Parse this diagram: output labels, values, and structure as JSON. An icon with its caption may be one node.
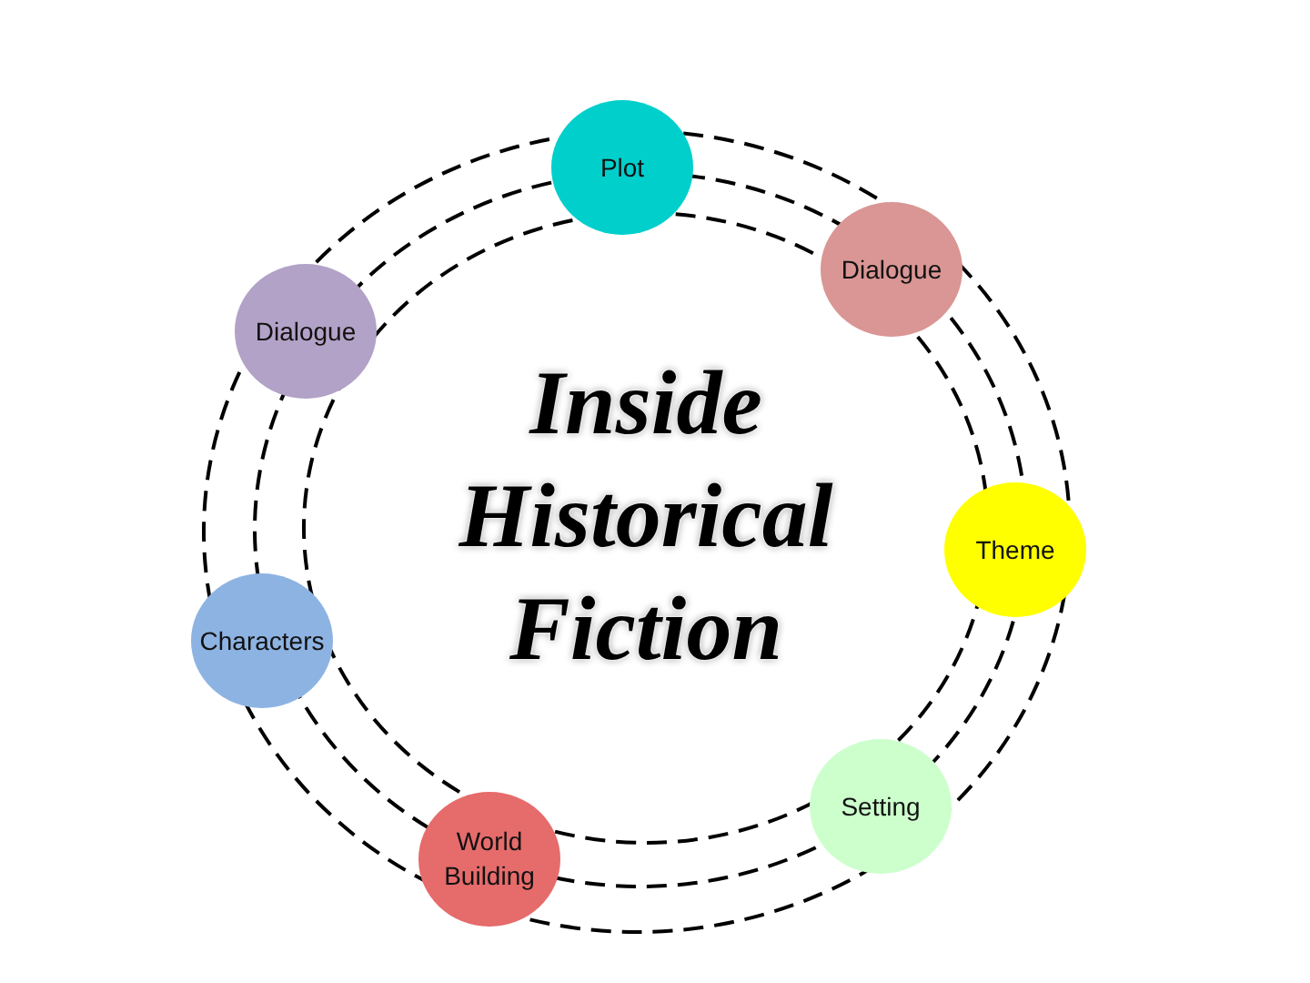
{
  "diagram": {
    "title": "Inside Historical Fiction",
    "nodes": [
      {
        "text": [
          "Plot"
        ]
      },
      {
        "text": [
          "Dialogue"
        ]
      },
      {
        "text": [
          "Theme"
        ]
      },
      {
        "text": [
          "Setting"
        ]
      },
      {
        "text": [
          "World Building"
        ]
      },
      {
        "text": [
          "Characters"
        ]
      },
      {
        "text": [
          "Dialogue"
        ]
      }
    ]
  }
}
